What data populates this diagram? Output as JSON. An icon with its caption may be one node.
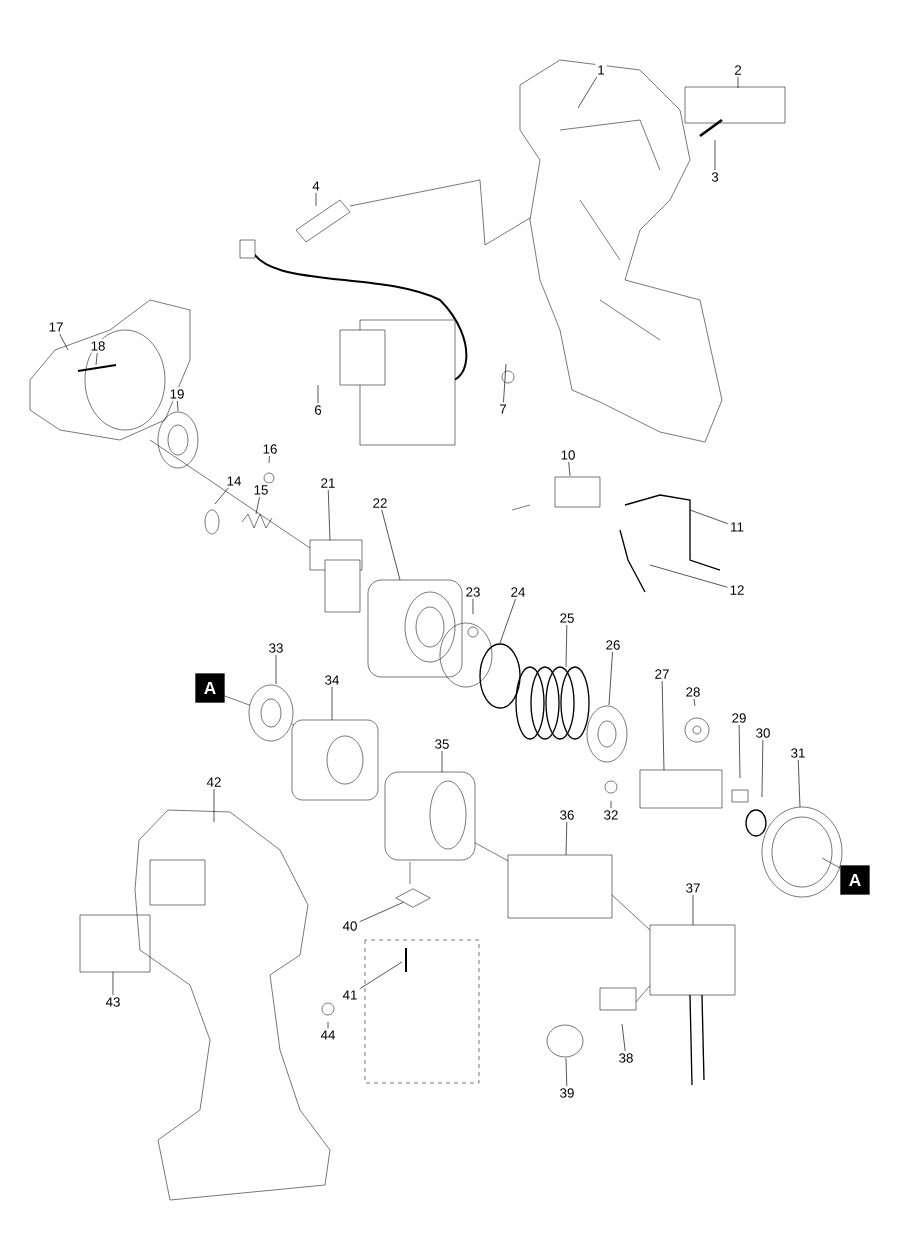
{
  "diagram": {
    "nodes": [
      {
        "text": [
          "1"
        ]
      },
      {
        "text": [
          "2"
        ]
      },
      {
        "text": [
          "3"
        ]
      },
      {
        "text": [
          "4"
        ]
      },
      {
        "text": [
          "6"
        ]
      },
      {
        "text": [
          "7"
        ]
      },
      {
        "text": [
          "10"
        ]
      },
      {
        "text": [
          "11"
        ]
      },
      {
        "text": [
          "12"
        ]
      },
      {
        "text": [
          "14"
        ]
      },
      {
        "text": [
          "15"
        ]
      },
      {
        "text": [
          "16"
        ]
      },
      {
        "text": [
          "17"
        ]
      },
      {
        "text": [
          "18"
        ]
      },
      {
        "text": [
          "19"
        ]
      },
      {
        "text": [
          "21"
        ]
      },
      {
        "text": [
          "22"
        ]
      },
      {
        "text": [
          "23"
        ]
      },
      {
        "text": [
          "24"
        ]
      },
      {
        "text": [
          "25"
        ]
      },
      {
        "text": [
          "26"
        ]
      },
      {
        "text": [
          "27"
        ]
      },
      {
        "text": [
          "28"
        ]
      },
      {
        "text": [
          "29"
        ]
      },
      {
        "text": [
          "30"
        ]
      },
      {
        "text": [
          "31"
        ]
      },
      {
        "text": [
          "32"
        ]
      },
      {
        "text": [
          "33"
        ]
      },
      {
        "text": [
          "34"
        ]
      },
      {
        "text": [
          "35"
        ]
      },
      {
        "text": [
          "36"
        ]
      },
      {
        "text": [
          "37"
        ]
      },
      {
        "text": [
          "38"
        ]
      },
      {
        "text": [
          "39"
        ]
      },
      {
        "text": [
          "40"
        ]
      },
      {
        "text": [
          "41"
        ]
      },
      {
        "text": [
          "42"
        ]
      },
      {
        "text": [
          "43"
        ]
      },
      {
        "text": [
          "44"
        ]
      },
      {
        "text": [],
        "shape": "diamond"
      }
    ],
    "edges": [
      {
        "from": 0,
        "to": null,
        "arrow": "none"
      },
      {
        "from": 1,
        "to": null,
        "arrow": "none"
      },
      {
        "from": 2,
        "to": null,
        "arrow": "none"
      },
      {
        "from": 3,
        "to": null,
        "arrow": "none"
      },
      {
        "from": 4,
        "to": null,
        "arrow": "none"
      },
      {
        "from": 5,
        "to": null,
        "arrow": "none"
      },
      {
        "from": 6,
        "to": null,
        "arrow": "none"
      },
      {
        "from": 7,
        "to": null,
        "arrow": "none"
      },
      {
        "from": 8,
        "to": null,
        "arrow": "none"
      },
      {
        "from": 9,
        "to": null,
        "arrow": "none"
      },
      {
        "from": 10,
        "to": null,
        "arrow": "none"
      },
      {
        "from": 11,
        "to": null,
        "arrow": "none"
      },
      {
        "from": 12,
        "to": null,
        "arrow": "none"
      },
      {
        "from": 13,
        "to": null,
        "arrow": "none"
      },
      {
        "from": 14,
        "to": null,
        "arrow": "none"
      },
      {
        "from": 15,
        "to": null,
        "arrow": "none"
      },
      {
        "from": 16,
        "to": null,
        "arrow": "none"
      },
      {
        "from": 17,
        "to": null,
        "arrow": "none"
      },
      {
        "from": 18,
        "to": null,
        "arrow": "none"
      },
      {
        "from": 19,
        "to": null,
        "arrow": "none"
      },
      {
        "from": 20,
        "to": null,
        "arrow": "none"
      },
      {
        "from": 21,
        "to": null,
        "arrow": "none"
      },
      {
        "from": 22,
        "to": null,
        "arrow": "none"
      },
      {
        "from": 23,
        "to": null,
        "arrow": "none"
      },
      {
        "from": 24,
        "to": null,
        "arrow": "none"
      },
      {
        "from": 25,
        "to": null,
        "arrow": "none"
      },
      {
        "from": 26,
        "to": null,
        "arrow": "none"
      },
      {
        "from": 27,
        "to": null,
        "arrow": "none"
      },
      {
        "from": 28,
        "to": null,
        "arrow": "none"
      },
      {
        "from": 29,
        "to": null,
        "arrow": "none"
      },
      {
        "from": 30,
        "to": null,
        "arrow": "none"
      },
      {
        "from": 31,
        "to": null,
        "arrow": "none"
      },
      {
        "from": 32,
        "to": null,
        "arrow": "none"
      },
      {
        "from": 33,
        "to": null,
        "arrow": "none"
      },
      {
        "from": 34,
        "to": 39,
        "arrow": "none"
      },
      {
        "from": 35,
        "to": null,
        "arrow": "none"
      },
      {
        "from": 36,
        "to": null,
        "arrow": "none"
      },
      {
        "from": 37,
        "to": null,
        "arrow": "none"
      },
      {
        "from": 38,
        "to": null,
        "arrow": "none"
      }
    ],
    "labels": [
      "A",
      "A"
    ]
  }
}
